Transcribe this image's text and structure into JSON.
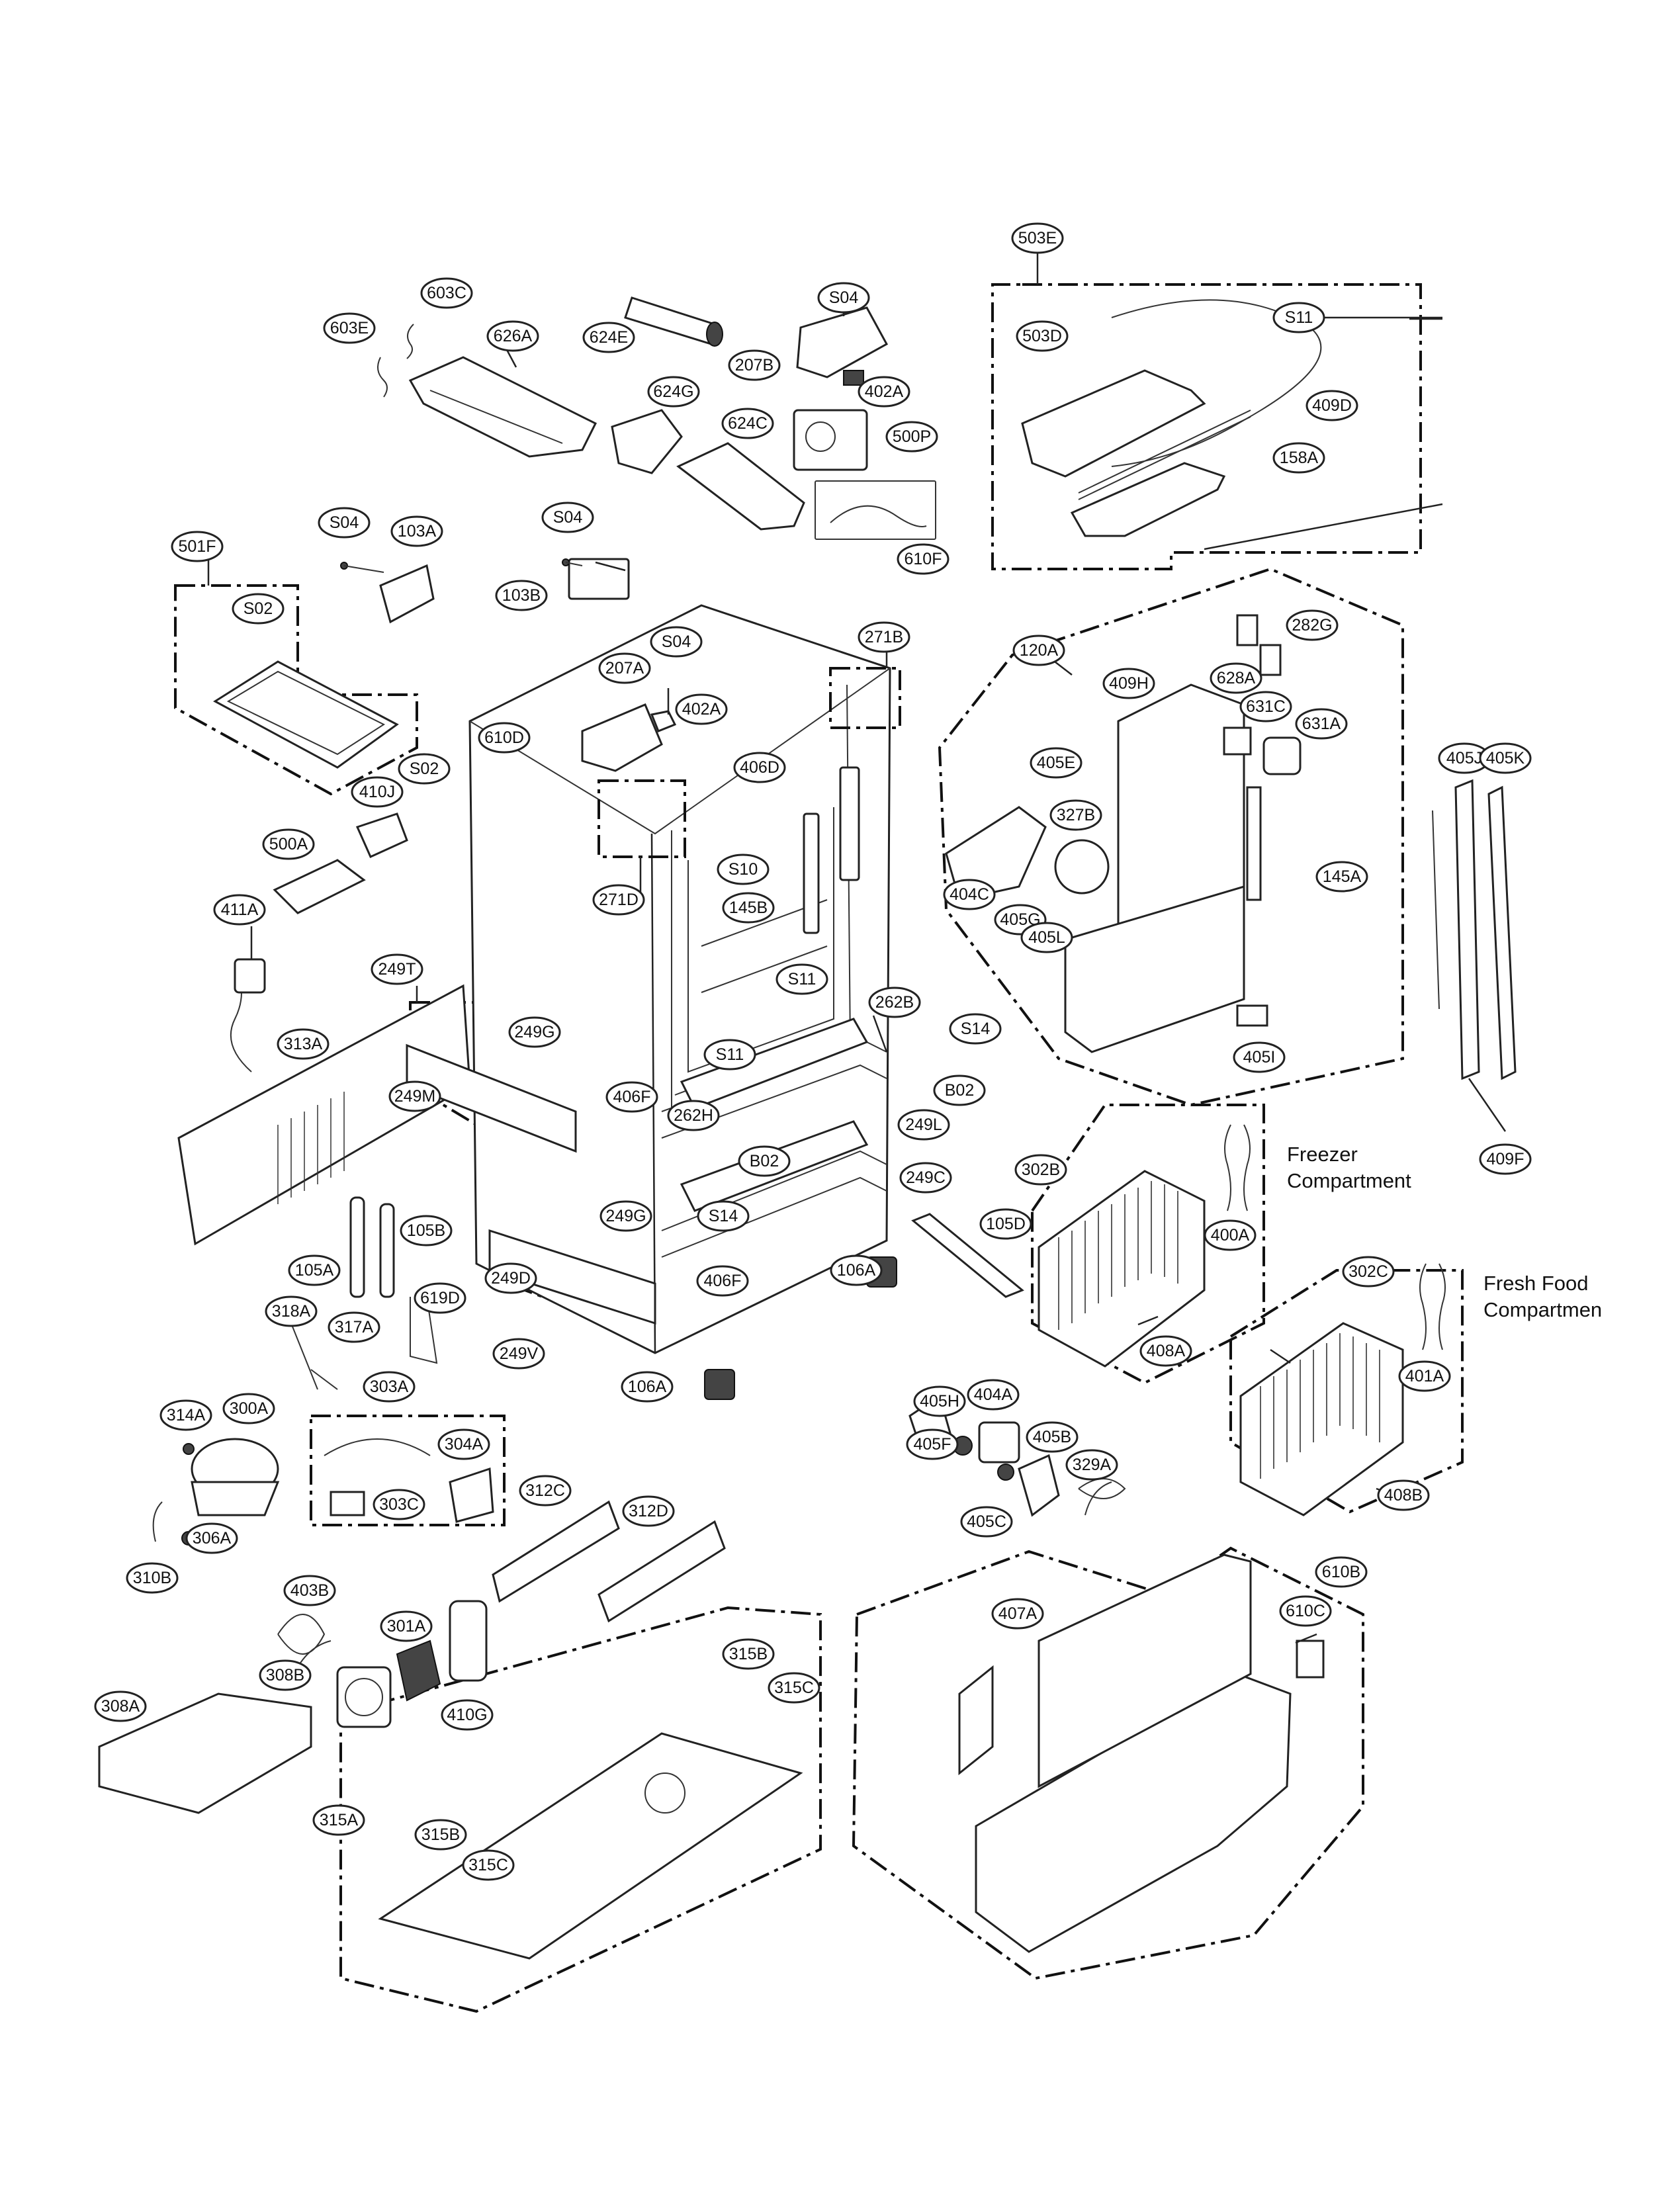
{
  "diagram": {
    "captions": {
      "freezer_line1": "Freezer",
      "freezer_line2": "Compartment",
      "fresh_line1": "Fresh Food",
      "fresh_line2": "Compartmen"
    },
    "callouts": [
      "503E",
      "S04",
      "603C",
      "603E",
      "626A",
      "624E",
      "207B",
      "402A",
      "S11",
      "503D",
      "409D",
      "624G",
      "624C",
      "500P",
      "158A",
      "610F",
      "S04",
      "103A",
      "S04",
      "501F",
      "103B",
      "S02",
      "S04",
      "271B",
      "207A",
      "402A",
      "120A",
      "282G",
      "628A",
      "409H",
      "631C",
      "631A",
      "610D",
      "406D",
      "405E",
      "327B",
      "410J",
      "S02",
      "500A",
      "S10",
      "145B",
      "404C",
      "405G",
      "405L",
      "145A",
      "271D",
      "405J",
      "405K",
      "411A",
      "S11",
      "262B",
      "249T",
      "249G",
      "S14",
      "S11",
      "405I",
      "313A",
      "249M",
      "406F",
      "B02",
      "262H",
      "249L",
      "409F",
      "B02",
      "249C",
      "302B",
      "105B",
      "249G",
      "S14",
      "105D",
      "400A",
      "105A",
      "249D",
      "406F",
      "106A",
      "302C",
      "318A",
      "619D",
      "317A",
      "249V",
      "408A",
      "106A",
      "401A",
      "405H",
      "303A",
      "404A",
      "314A",
      "300A",
      "304A",
      "405B",
      "329A",
      "405F",
      "303C",
      "312C",
      "312D",
      "405C",
      "408B",
      "306A",
      "310B",
      "403B",
      "610B",
      "301A",
      "407A",
      "610C",
      "315B",
      "308B",
      "315C",
      "308A",
      "410G",
      "315A",
      "315B",
      "315C"
    ]
  }
}
